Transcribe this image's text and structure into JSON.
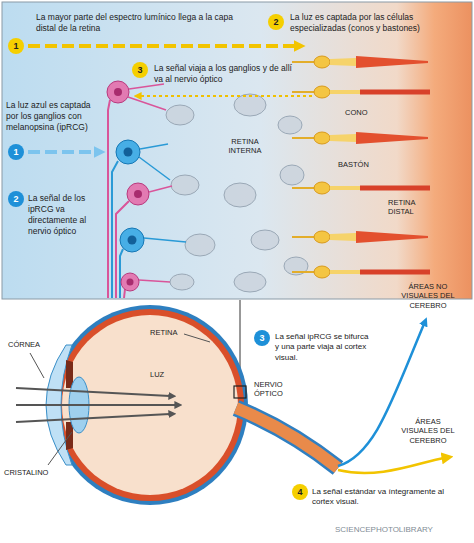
{
  "diagram": {
    "nodes": [
      {
        "text": [
          "1",
          "La mayor parte del espectro lumínico llega a la capa distal de la retina"
        ]
      },
      {
        "text": [
          "2",
          "La luz es captada por las células especializadas (conos y bastones)"
        ]
      },
      {
        "text": [
          "3",
          "La señal viaja a los ganglios y de allí va al nervio óptico"
        ]
      },
      {
        "text": [
          "1",
          "La luz azul es captada por los ganglios con melanopsina (ipRCG)"
        ]
      },
      {
        "text": [
          "2",
          "La señal de los ipRCG va directamente al nervio óptico"
        ]
      },
      {
        "text": [
          "3",
          "La señal ipRCG se bifurca y una parte viaja al cortex visual."
        ]
      },
      {
        "text": [
          "4",
          "La señal estándar va íntegramente al cortex visual."
        ]
      }
    ],
    "labels": [
      "CONO",
      "BASTÓN",
      "RETINA INTERNA",
      "RETINA DISTAL",
      "CÓRNEA",
      "CRISTALINO",
      "LUZ",
      "RETINA",
      "NERVIO ÓPTICO",
      "ÁREAS NO VISUALES DEL CEREBRO",
      "ÁREAS VISUALES DEL CEREBRO",
      "SCIENCEPHOTOLIBRARY"
    ]
  }
}
